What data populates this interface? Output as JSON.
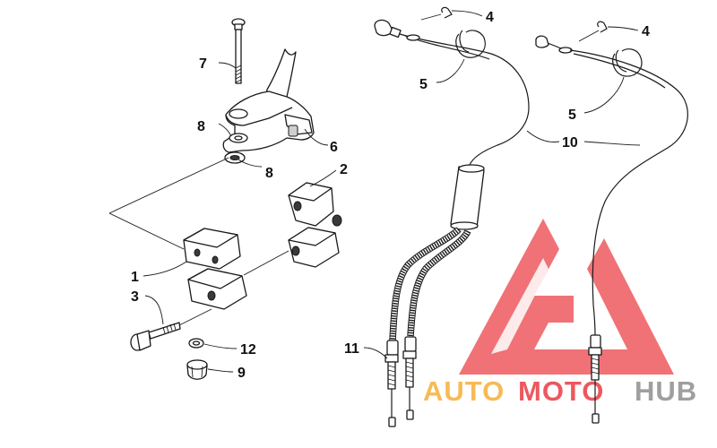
{
  "callouts": {
    "c1": "1",
    "c2": "2",
    "c3": "3",
    "c4a": "4",
    "c4b": "4",
    "c5a": "5",
    "c5b": "5",
    "c6": "6",
    "c7": "7",
    "c8a": "8",
    "c8b": "8",
    "c9": "9",
    "c10": "10",
    "c11": "11",
    "c12": "12"
  },
  "watermark": {
    "part_auto": "AUTO",
    "part_moto": "MOTO",
    "part_hub": "HUB"
  },
  "colors": {
    "line": "#1a1a1a",
    "watermark_red": "#e8262d",
    "watermark_orange": "#f5a623",
    "watermark_gray": "#8a8a8a"
  }
}
